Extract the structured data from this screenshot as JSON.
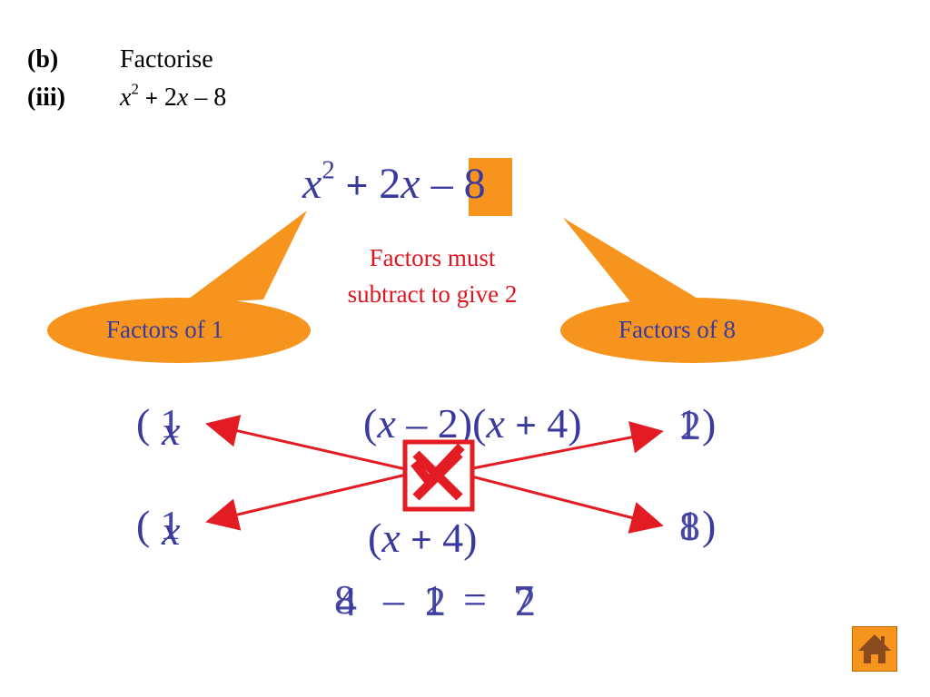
{
  "question": {
    "part_label": "(b)",
    "sub_label": "(iii)",
    "instruction": "Factorise",
    "expression": {
      "var": "x",
      "power": "2",
      "rest_op": "+",
      "coef": "2",
      "coef_var": "x",
      "op2": "–",
      "const": "8"
    }
  },
  "main_expression": {
    "var": "x",
    "power": "2",
    "plus": "+",
    "coef": "2",
    "coef_var": "x",
    "minus": "–",
    "const": "8"
  },
  "hint": {
    "line1": "Factors must",
    "line2": "subtract to give 2"
  },
  "callouts": {
    "left": "Factors of 1",
    "right": "Factors of 8"
  },
  "factor_pairs": {
    "left_top_paren": "(",
    "left_top_a": "1",
    "left_top_b": "x",
    "left_bottom_paren": "(",
    "left_bottom_a": "1",
    "left_bottom_b": "x",
    "right_top_a": "1",
    "right_top_b": "2",
    "right_top_paren": ")",
    "right_bottom_a": "1",
    "right_bottom_b": "8",
    "right_bottom_paren": ")"
  },
  "answer": {
    "f1_open": "(",
    "f1_var": "x",
    "f1_op": "–",
    "f1_num": "2",
    "f1_close": ")",
    "f2_open": "(",
    "f2_var": "x",
    "f2_op": "+",
    "f2_num": "4",
    "f2_close": ")"
  },
  "alt_factor": {
    "open": "(",
    "var": "x",
    "op": "+",
    "num": "4",
    "close": ")"
  },
  "difference": {
    "a1": "8",
    "a2": "4",
    "minus": "–",
    "b1": "1",
    "b2": "2",
    "equals": "=",
    "r1": "7",
    "r2": "2"
  },
  "colors": {
    "accent_orange": "#f7941d",
    "text_blue": "#3a3a9e",
    "highlight_red": "#e0141e",
    "box_red": "#e31b23"
  },
  "icons": {
    "home": "home-icon"
  }
}
